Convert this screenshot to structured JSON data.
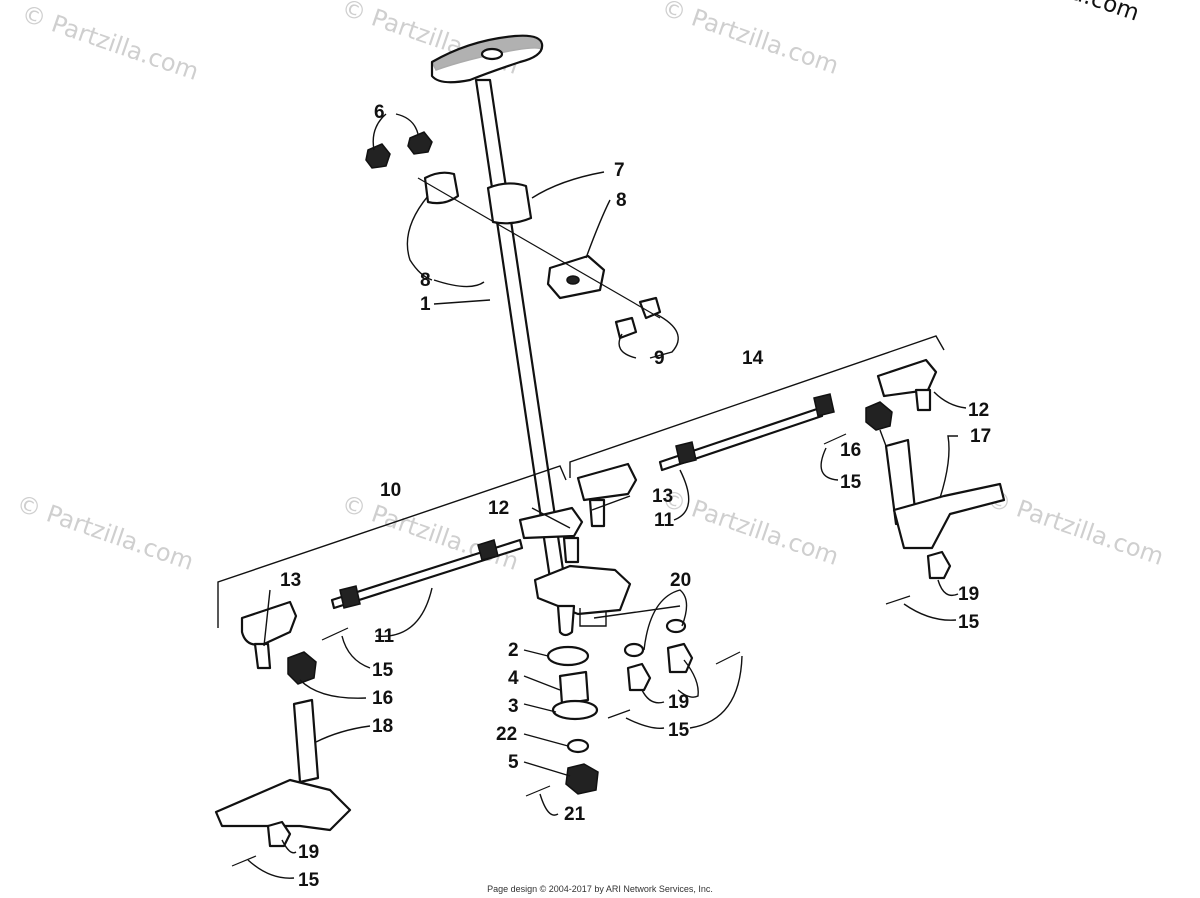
{
  "watermark": {
    "text": "© Partzilla.com",
    "copyright": "© Partzilla.com"
  },
  "footer": "Page design © 2004-2017 by ARI Network Services, Inc.",
  "callouts": {
    "c1": "1",
    "c2": "2",
    "c3": "3",
    "c4": "4",
    "c5": "5",
    "c6": "6",
    "c7": "7",
    "c8a": "8",
    "c8b": "8",
    "c9": "9",
    "c10": "10",
    "c11a": "11",
    "c11b": "11",
    "c12a": "12",
    "c12b": "12",
    "c13a": "13",
    "c13b": "13",
    "c14": "14",
    "c15a": "15",
    "c15b": "15",
    "c15c": "15",
    "c15d": "15",
    "c15e": "15",
    "c16a": "16",
    "c16b": "16",
    "c17": "17",
    "c18": "18",
    "c19a": "19",
    "c19b": "19",
    "c19c": "19",
    "c20": "20",
    "c21": "21",
    "c22": "22"
  }
}
